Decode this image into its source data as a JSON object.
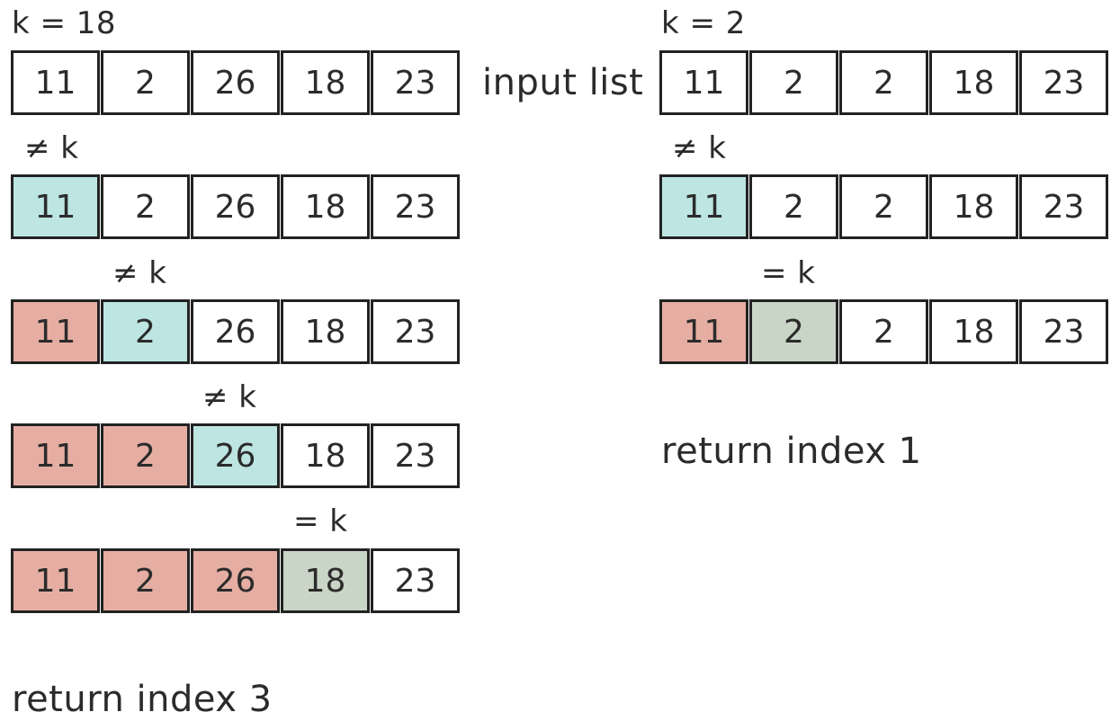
{
  "legend": {
    "visited": "#e6aea3",
    "current": "#bde5e2",
    "found": "#c9d5c6"
  },
  "input_label": "input list",
  "left": {
    "k_label": "k = 18",
    "steps": [
      {
        "note": "",
        "cells": [
          "11",
          "2",
          "26",
          "18",
          "23"
        ],
        "states": [
          "",
          "",
          "",
          "",
          ""
        ]
      },
      {
        "note": "≠ k",
        "cells": [
          "11",
          "2",
          "26",
          "18",
          "23"
        ],
        "states": [
          "current",
          "",
          "",
          "",
          ""
        ]
      },
      {
        "note": "≠ k",
        "cells": [
          "11",
          "2",
          "26",
          "18",
          "23"
        ],
        "states": [
          "visited",
          "current",
          "",
          "",
          ""
        ]
      },
      {
        "note": "≠ k",
        "cells": [
          "11",
          "2",
          "26",
          "18",
          "23"
        ],
        "states": [
          "visited",
          "visited",
          "current",
          "",
          ""
        ]
      },
      {
        "note": "= k",
        "cells": [
          "11",
          "2",
          "26",
          "18",
          "23"
        ],
        "states": [
          "visited",
          "visited",
          "visited",
          "found",
          ""
        ]
      }
    ],
    "result": "return index 3"
  },
  "right": {
    "k_label": "k = 2",
    "steps": [
      {
        "note": "",
        "cells": [
          "11",
          "2",
          "2",
          "18",
          "23"
        ],
        "states": [
          "",
          "",
          "",
          "",
          ""
        ]
      },
      {
        "note": "≠ k",
        "cells": [
          "11",
          "2",
          "2",
          "18",
          "23"
        ],
        "states": [
          "current",
          "",
          "",
          "",
          ""
        ]
      },
      {
        "note": "= k",
        "cells": [
          "11",
          "2",
          "2",
          "18",
          "23"
        ],
        "states": [
          "visited",
          "found",
          "",
          "",
          ""
        ]
      }
    ],
    "result": "return index 1"
  }
}
